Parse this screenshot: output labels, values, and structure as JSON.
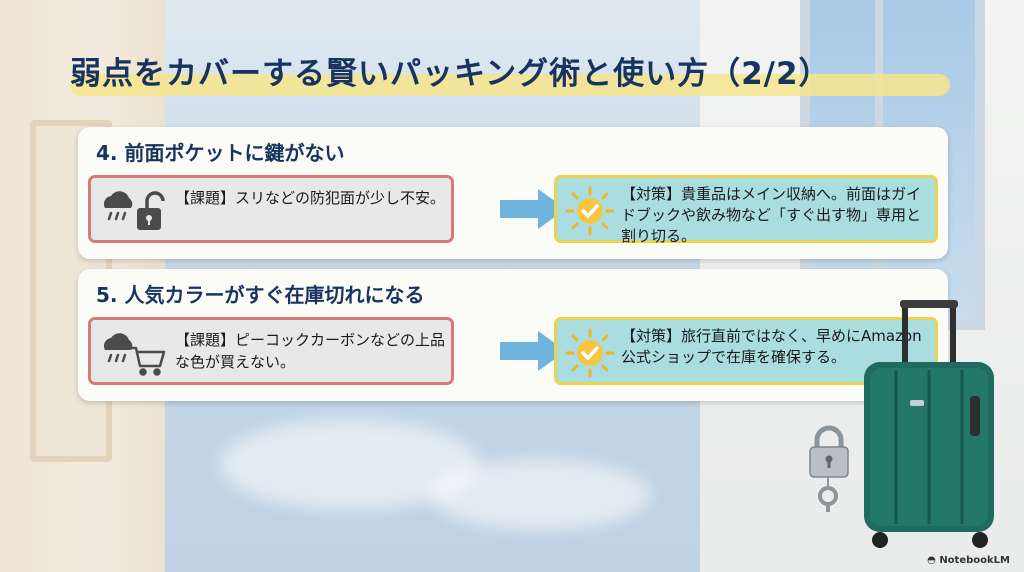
{
  "title": "弱点をカバーする賢いパッキング術と使い方（2/2）",
  "sections": [
    {
      "heading": "4. 前面ポケットに鍵がない",
      "issue_icons": [
        "rain-cloud-icon",
        "unlocked-padlock-icon"
      ],
      "issue": "【課題】スリなどの防犯面が少し不安。",
      "solution_icon": "sun-check-icon",
      "solution": "【対策】貴重品はメイン収納へ。前面はガイドブックや飲み物など「すぐ出す物」専用と割り切る。"
    },
    {
      "heading": "5. 人気カラーがすぐ在庫切れになる",
      "issue_icons": [
        "rain-cloud-icon",
        "shopping-cart-icon"
      ],
      "issue": "【課題】ピーコックカーボンなどの上品な色が買えない。",
      "solution_icon": "sun-check-icon",
      "solution": "【対策】旅行直前ではなく、早めにAmazon公式ショップで在庫を確保する。"
    }
  ],
  "brand": "NotebookLM",
  "colors": {
    "title": "#17335e",
    "highlight": "#f6e58c",
    "issue_border": "#d97a7a",
    "solution_bg": "#a9dde0",
    "solution_border": "#e8d451",
    "arrow": "#6fb3df",
    "suitcase": "#1f6b5f"
  }
}
